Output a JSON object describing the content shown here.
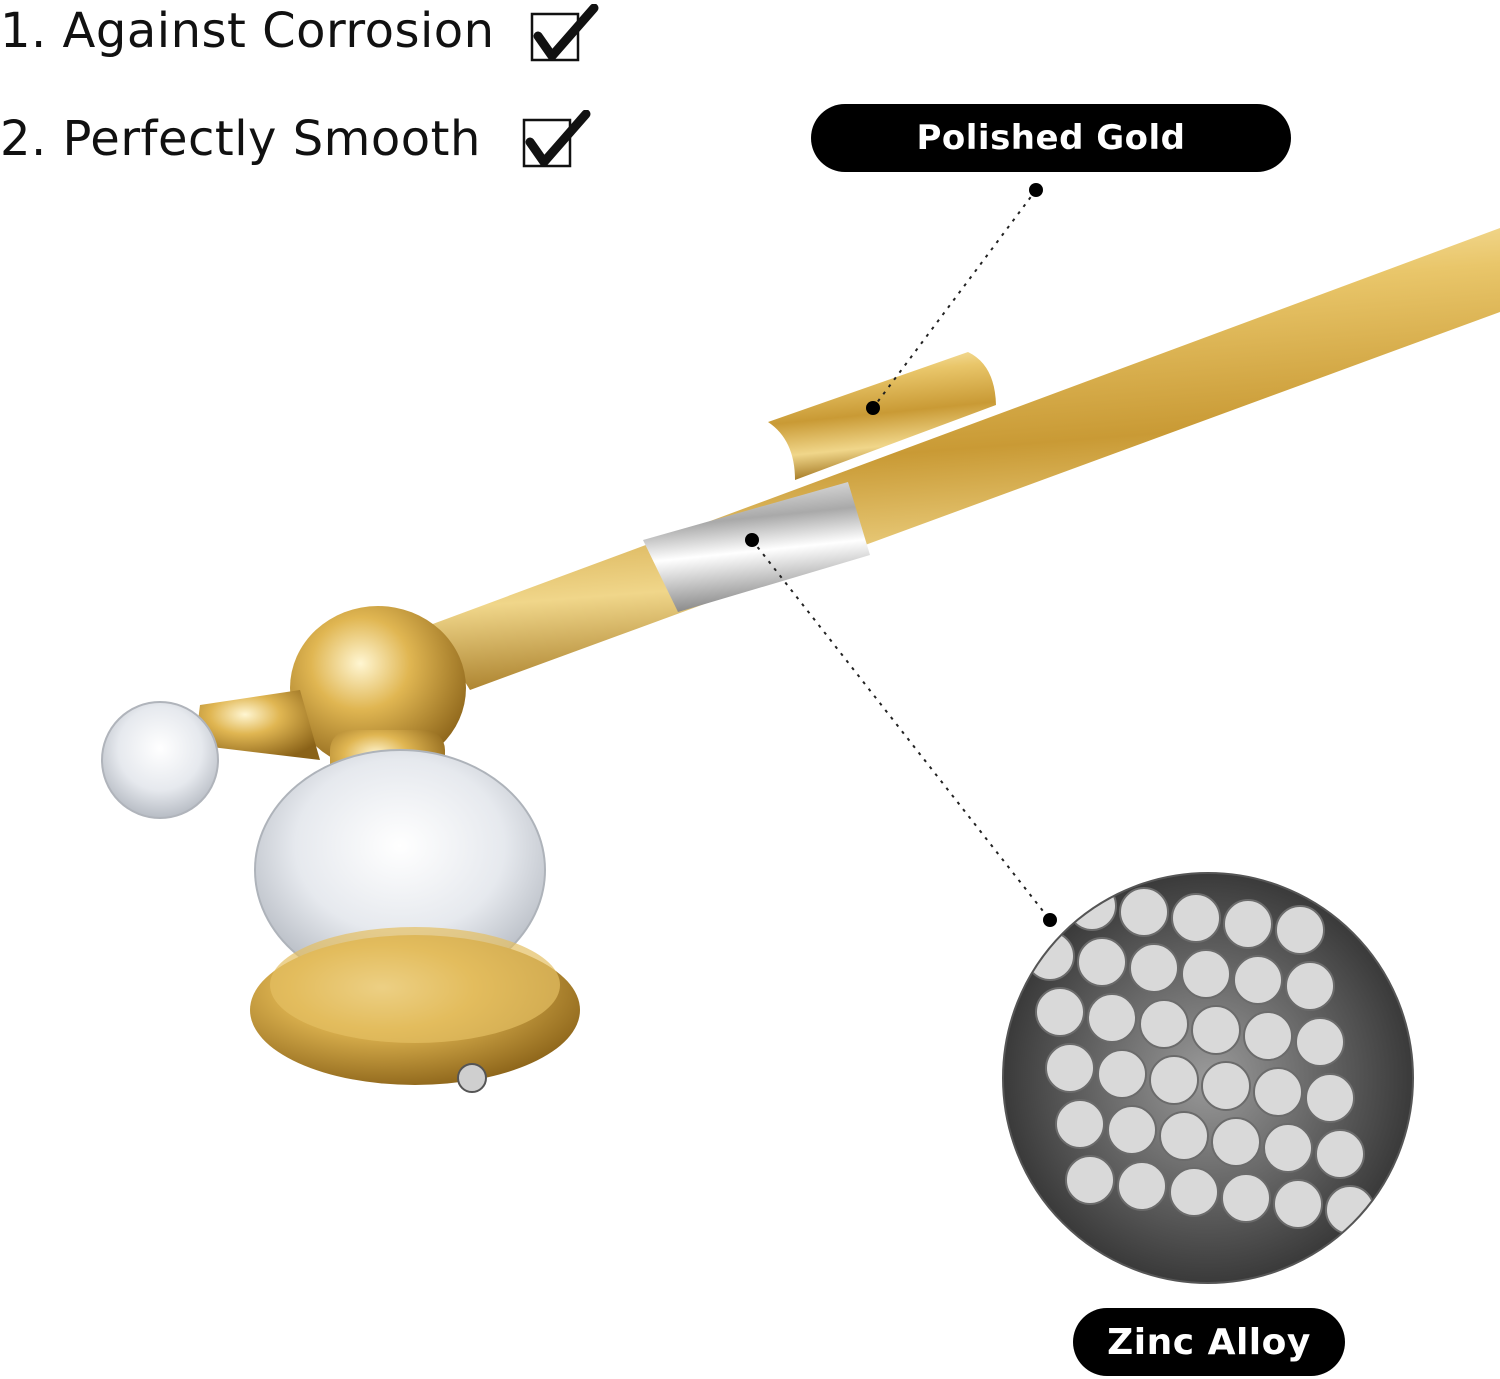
{
  "features": [
    {
      "label": "1. Against Corrosion",
      "checked": true
    },
    {
      "label": "2. Perfectly Smooth",
      "checked": true
    }
  ],
  "callouts": {
    "finish_label": "Polished Gold",
    "material_label": "Zinc Alloy"
  },
  "colors": {
    "gold_light": "#f3dfa0",
    "gold_mid": "#d9b250",
    "gold_dark": "#9c7322",
    "chrome": "#b8b8b8",
    "label_bg": "#000000",
    "label_text": "#ffffff"
  }
}
